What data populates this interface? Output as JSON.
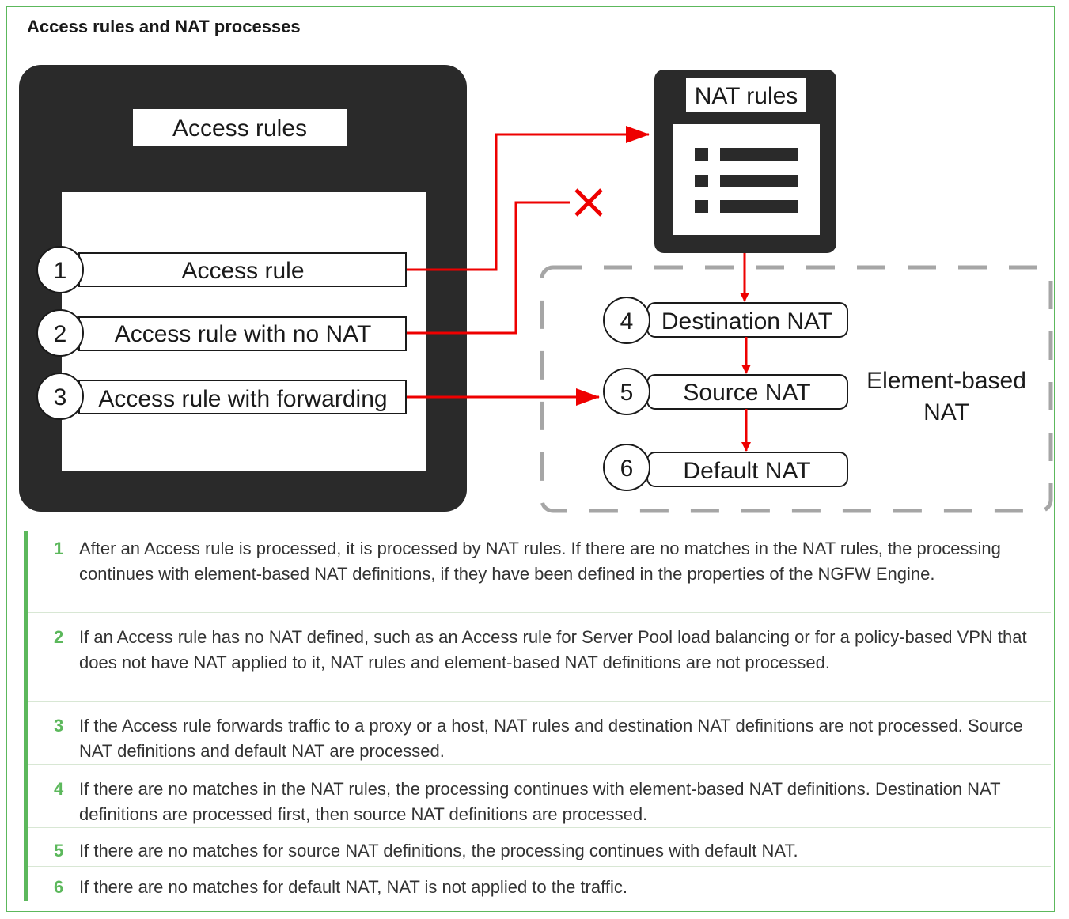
{
  "figure": {
    "title": "Access rules and NAT processes"
  },
  "diagram": {
    "access_panel": {
      "title": "Access rules",
      "rules": [
        {
          "number": "1",
          "label": "Access rule"
        },
        {
          "number": "2",
          "label": "Access rule with no NAT"
        },
        {
          "number": "3",
          "label": "Access rule with forwarding"
        }
      ]
    },
    "nat_panel": {
      "title": "NAT rules"
    },
    "element_nat": {
      "label_line1": "Element-based",
      "label_line2": "NAT",
      "steps": [
        {
          "number": "4",
          "label": "Destination NAT"
        },
        {
          "number": "5",
          "label": "Source NAT"
        },
        {
          "number": "6",
          "label": "Default NAT"
        }
      ]
    },
    "colors": {
      "panel": "#2a2a2a",
      "arrow": "#ee0000",
      "dashed_border": "#a6a6a6",
      "accent": "#5cb85c"
    }
  },
  "descriptions": [
    {
      "number": "1",
      "text": "After an Access rule is processed, it is processed by NAT rules. If there are no matches in the NAT rules, the processing continues with element-based NAT definitions, if they have been defined in the properties of the NGFW Engine."
    },
    {
      "number": "2",
      "text": "If an Access rule has no NAT defined, such as an Access rule for Server Pool load balancing or for a policy-based VPN that does not have NAT applied to it, NAT rules and element-based NAT definitions are not processed."
    },
    {
      "number": "3",
      "text": "If the Access rule forwards traffic to a proxy or a host, NAT rules and destination NAT definitions are not processed. Source NAT definitions and default NAT are processed."
    },
    {
      "number": "4",
      "text": "If there are no matches in the NAT rules, the processing continues with element-based NAT definitions. Destination NAT definitions are processed first, then source NAT definitions are processed."
    },
    {
      "number": "5",
      "text": "If there are no matches for source NAT definitions, the processing continues with default NAT."
    },
    {
      "number": "6",
      "text": "If there are no matches for default NAT, NAT is not applied to the traffic."
    }
  ]
}
